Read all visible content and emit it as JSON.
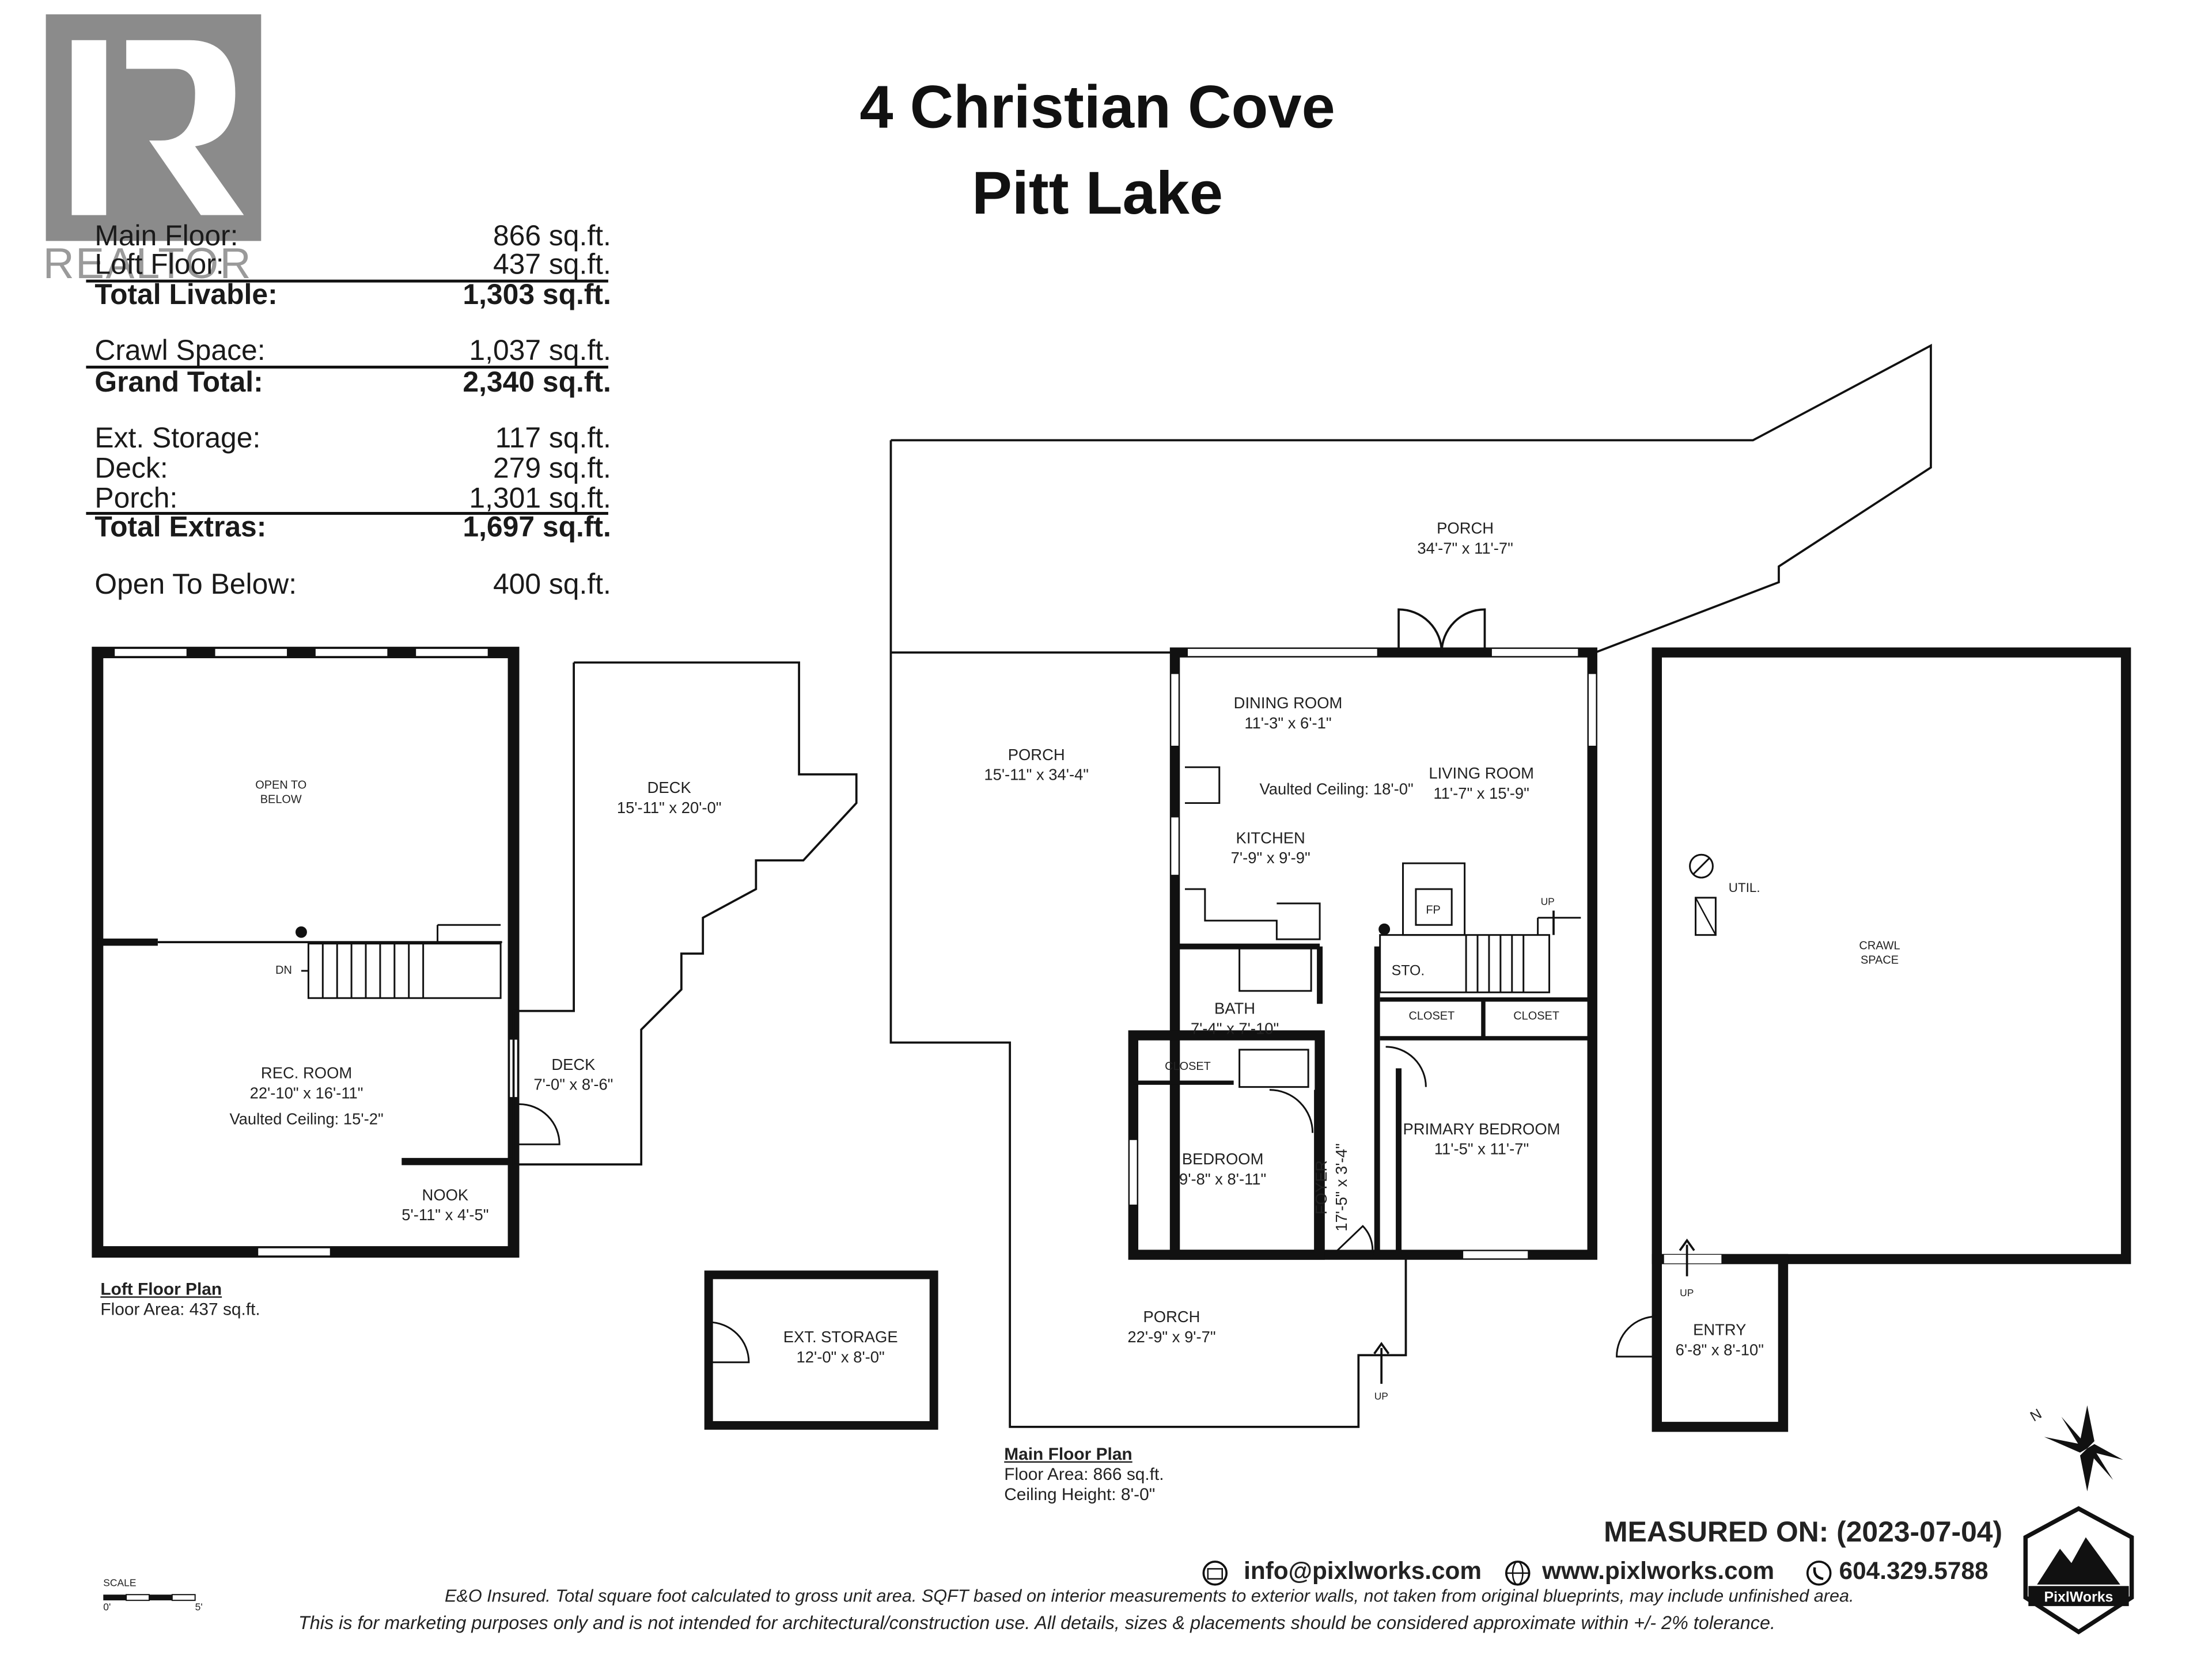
{
  "header": {
    "address_line1": "4 Christian Cove",
    "address_line2": "Pitt Lake"
  },
  "brand": {
    "realtor_logo_text": "REALTOR",
    "pixlworks_logo_text": "PixlWorks"
  },
  "summary": {
    "main_floor": {
      "label": "Main Floor:",
      "value": "866 sq.ft."
    },
    "loft_floor": {
      "label": "Loft Floor:",
      "value": "437 sq.ft."
    },
    "total_livable": {
      "label": "Total Livable:",
      "value": "1,303 sq.ft."
    },
    "crawl_space": {
      "label": "Crawl Space:",
      "value": "1,037 sq.ft."
    },
    "grand_total": {
      "label": "Grand Total:",
      "value": "2,340 sq.ft."
    },
    "ext_storage": {
      "label": "Ext. Storage:",
      "value": "117 sq.ft."
    },
    "deck": {
      "label": "Deck:",
      "value": "279 sq.ft."
    },
    "porch": {
      "label": "Porch:",
      "value": "1,301 sq.ft."
    },
    "total_extras": {
      "label": "Total Extras:",
      "value": "1,697 sq.ft."
    },
    "open_to_below": {
      "label": "Open To Below:",
      "value": "400 sq.ft."
    }
  },
  "loft": {
    "open_to_below": {
      "name": "OPEN TO",
      "name2": "BELOW"
    },
    "rec_room": {
      "name": "REC. ROOM",
      "dims": "22'-10\" x 16'-11\"",
      "note": "Vaulted Ceiling: 15'-2\""
    },
    "nook": {
      "name": "NOOK",
      "dims": "5'-11\" x 4'-5\""
    },
    "dn_label": "DN",
    "caption_title": "Loft Floor Plan",
    "caption_area": "Floor Area: 437 sq.ft."
  },
  "decks": {
    "deck_upper": {
      "name": "DECK",
      "dims": "15'-11\" x 20'-0\""
    },
    "deck_lower": {
      "name": "DECK",
      "dims": "7'-0\" x 8'-6\""
    }
  },
  "storage": {
    "name": "EXT. STORAGE",
    "dims": "12'-0\" x 8'-0\""
  },
  "main": {
    "porch_top": {
      "name": "PORCH",
      "dims": "34'-7\" x 11'-7\""
    },
    "porch_left": {
      "name": "PORCH",
      "dims": "15'-11\" x 34'-4\""
    },
    "porch_bottom": {
      "name": "PORCH",
      "dims": "22'-9\" x 9'-7\""
    },
    "dining": {
      "name": "DINING ROOM",
      "dims": "11'-3\" x 6'-1\""
    },
    "vaulted": "Vaulted Ceiling: 18'-0\"",
    "living": {
      "name": "LIVING ROOM",
      "dims": "11'-7\" x 15'-9\""
    },
    "kitchen": {
      "name": "KITCHEN",
      "dims": "7'-9\" x 9'-9\""
    },
    "bath": {
      "name": "BATH",
      "dims": "7'-4\" x 7'-10\""
    },
    "closet_a": "CLOSET",
    "closet_b": "CLOSET",
    "closet_c": "CLOSET",
    "bedroom": {
      "name": "BEDROOM",
      "dims": "9'-8\" x 8'-11\""
    },
    "foyer": {
      "name": "FOYER",
      "dims": "17'-5\" x 3'-4\""
    },
    "primary": {
      "name": "PRIMARY BEDROOM",
      "dims": "11'-5\" x 11'-7\""
    },
    "sto": "STO.",
    "fp": "FP",
    "up_labels": [
      "UP",
      "UP",
      "UP"
    ],
    "caption_title": "Main Floor Plan",
    "caption_area": "Floor Area: 866 sq.ft.",
    "caption_ceiling": "Ceiling Height: 8'-0\""
  },
  "crawl": {
    "name": "CRAWL",
    "name2": "SPACE",
    "util": "UTIL.",
    "entry": {
      "name": "ENTRY",
      "dims": "6'-8\" x 8'-10\""
    }
  },
  "footer": {
    "measured": "MEASURED ON: (2023-07-04)",
    "email": "info@pixlworks.com",
    "website": "www.pixlworks.com",
    "phone": "604.329.5788",
    "disclaimer1": "E&O Insured.  Total square foot calculated to gross unit area. SQFT based on interior measurements to exterior walls, not taken from original blueprints, may include unfinished area.",
    "disclaimer2": "This is for marketing purposes only and is not intended for architectural/construction use.  All details, sizes & placements should be considered approximate within +/- 2%  tolerance.",
    "scale_label": "SCALE",
    "scale_0": "0'",
    "scale_5": "5'",
    "north": "N"
  }
}
